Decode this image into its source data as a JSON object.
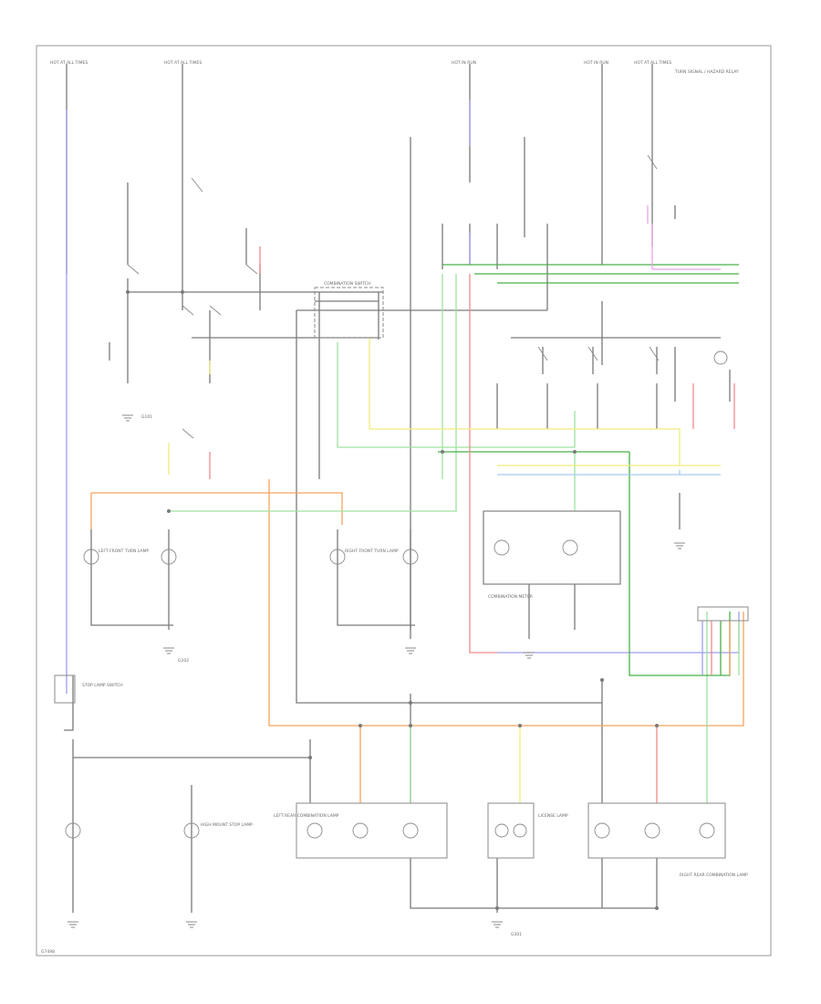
{
  "colors": {
    "wire_black": "#7a7a7a",
    "wire_blue": "#9d9df0",
    "wire_orange": "#f5a35c",
    "wire_green": "#9fe29f",
    "wire_dark_green": "#49b049",
    "wire_red": "#f08a8a",
    "wire_yellow": "#f1ea7e",
    "wire_pink": "#e8a3e8",
    "wire_lightblue": "#a9c9ef"
  },
  "labels": {
    "fuse_1": "HOT AT ALL TIMES",
    "fuse_2": "HOT AT ALL TIMES",
    "fuse_3": "HOT IN RUN",
    "fuse_4": "HOT IN RUN",
    "fuse_5": "HOT AT ALL TIMES",
    "turn_signal_hazard_relay": "TURN SIGNAL / HAZARD RELAY",
    "combination_switch": "COMBINATION SWITCH",
    "left_front_turn_lamp": "LEFT FRONT TURN LAMP",
    "right_front_turn_lamp": "RIGHT FRONT TURN LAMP",
    "combination_meter": "COMBINATION METER",
    "left_rear_combination_lamp": "LEFT REAR COMBINATION LAMP",
    "right_rear_combination_lamp": "RIGHT REAR COMBINATION LAMP",
    "license_lamp": "LICENSE LAMP",
    "high_mount_stop_lamp": "HIGH MOUNT STOP LAMP",
    "stop_lamp_switch": "STOP LAMP SWITCH",
    "body_ground_1": "G101",
    "body_ground_2": "G102",
    "body_ground_3": "G301",
    "corner_id": "G7498"
  }
}
